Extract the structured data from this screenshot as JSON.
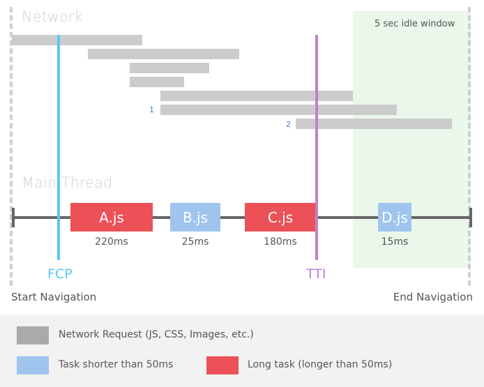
{
  "labels": {
    "network": "Network",
    "main_thread": "Main Thread",
    "idle_window": "5 sec idle window",
    "fcp": "FCP",
    "tti": "TTI",
    "start": "Start Navigation",
    "end": "End Navigation"
  },
  "network_requests": [
    {
      "id": "req-1",
      "marker": ""
    },
    {
      "id": "req-2",
      "marker": ""
    },
    {
      "id": "req-3",
      "marker": ""
    },
    {
      "id": "req-4",
      "marker": ""
    },
    {
      "id": "req-5",
      "marker": ""
    },
    {
      "id": "req-6",
      "marker": "1"
    },
    {
      "id": "req-7",
      "marker": "2"
    }
  ],
  "tasks": [
    {
      "name": "A.js",
      "duration": "220ms",
      "kind": "long"
    },
    {
      "name": "B.js",
      "duration": "25ms",
      "kind": "short"
    },
    {
      "name": "C.js",
      "duration": "180ms",
      "kind": "long"
    },
    {
      "name": "D.js",
      "duration": "15ms",
      "kind": "short"
    }
  ],
  "legend": [
    {
      "label": "Network Request (JS, CSS, Images, etc.)",
      "color": "#aaaaaa"
    },
    {
      "label": "Task shorter than 50ms",
      "color": "#9fc5ef"
    },
    {
      "label": "Long task (longer than 50ms)",
      "color": "#eb5157"
    }
  ],
  "colors": {
    "fcp": "#5bc8ef",
    "tti": "#c07fd1",
    "long_task": "#eb5157",
    "short_task": "#9fc5ef",
    "network_request": "#cccccc",
    "idle_window": "#eaf7ea"
  }
}
